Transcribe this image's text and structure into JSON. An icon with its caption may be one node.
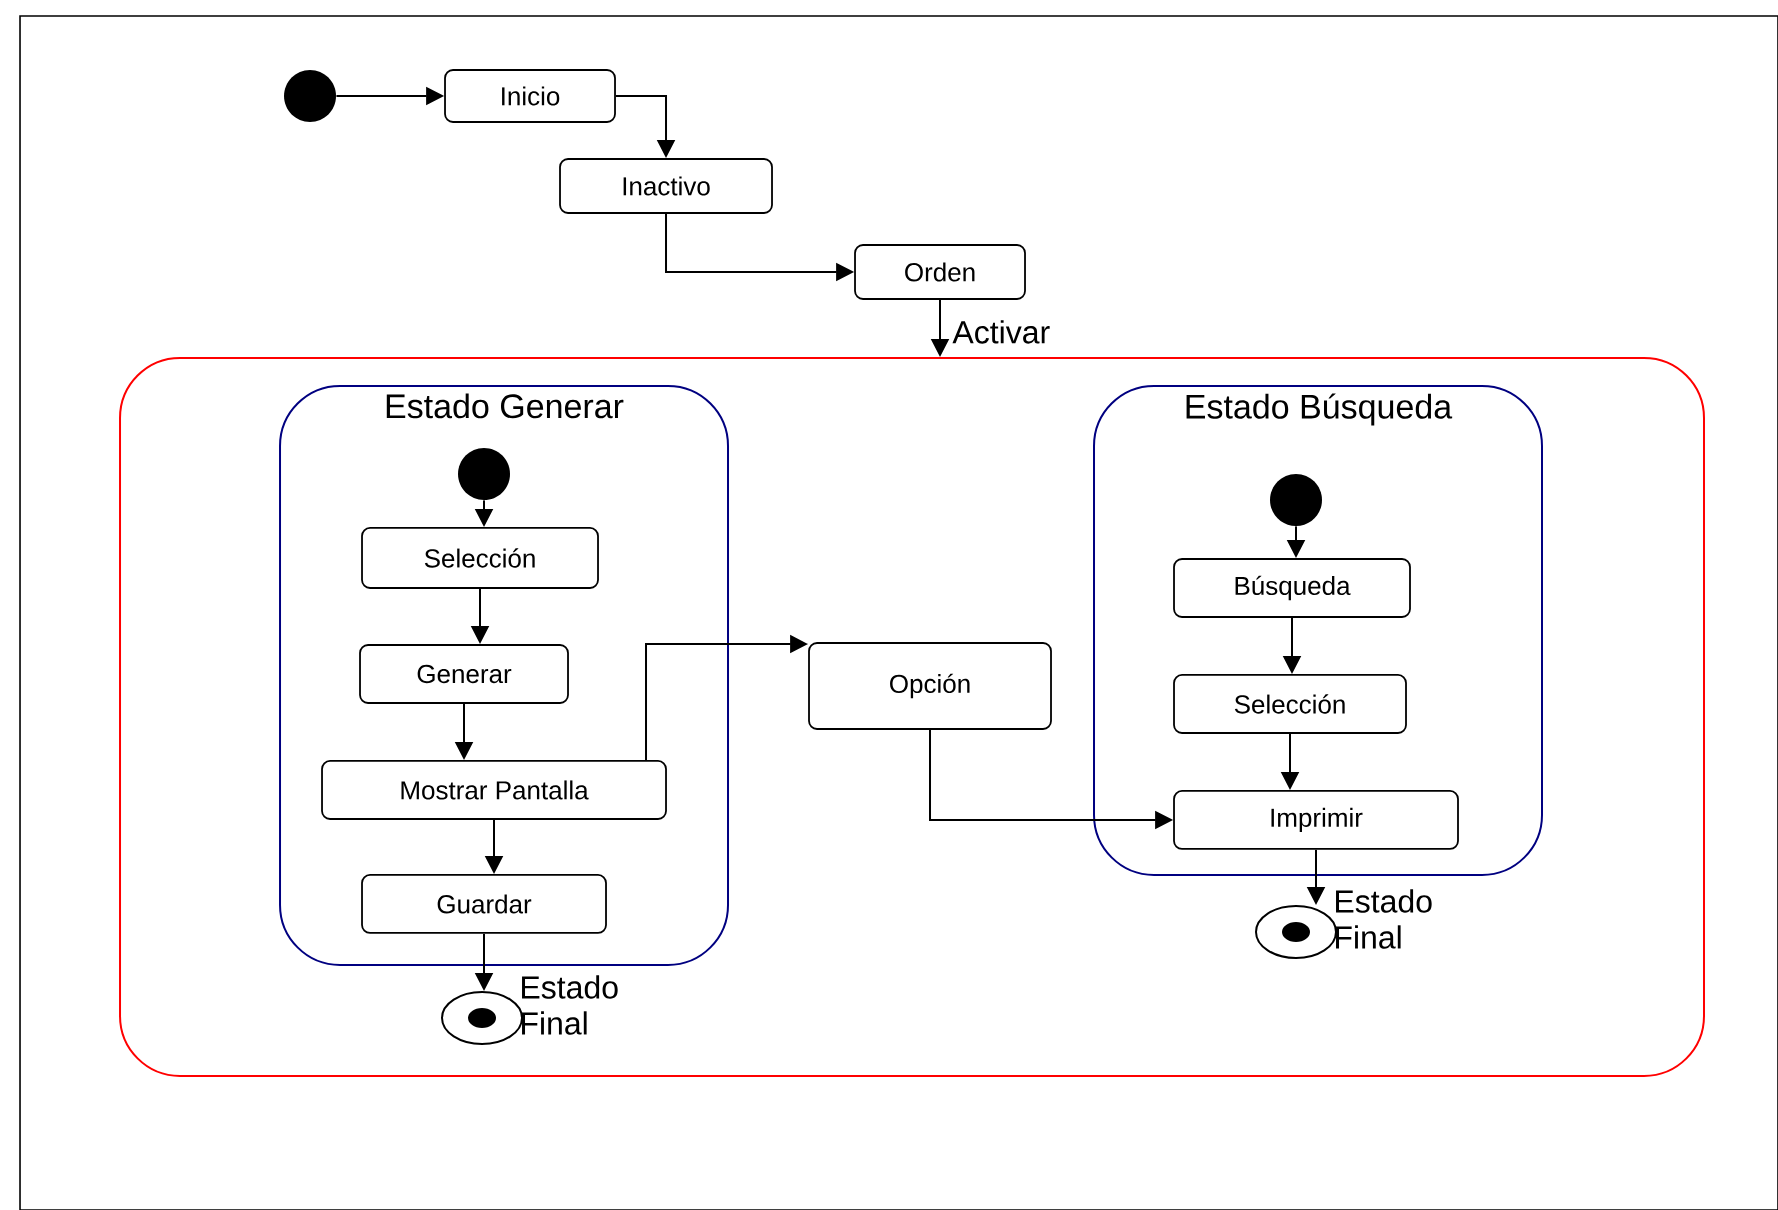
{
  "diagram": {
    "nodes": [
      {
        "text": [],
        "shape": "circle"
      },
      {
        "text": [
          "Inicio"
        ]
      },
      {
        "text": [
          "Inactivo"
        ]
      },
      {
        "text": [
          "Orden"
        ]
      },
      {
        "text": [],
        "shape": "box"
      },
      {
        "text": [
          "Estado Generar"
        ],
        "in": 4
      },
      {
        "text": [],
        "shape": "circle",
        "in": 5
      },
      {
        "text": [
          "Selección"
        ],
        "in": 5
      },
      {
        "text": [
          "Generar"
        ],
        "in": 5
      },
      {
        "text": [
          "Mostrar Pantalla"
        ],
        "in": 5
      },
      {
        "text": [
          "Guardar"
        ],
        "in": 5
      },
      {
        "text": [],
        "shape": "circle",
        "in": 4,
        "beside": [
          "Estado Final"
        ]
      },
      {
        "text": [
          "Opción"
        ],
        "in": 4
      },
      {
        "text": [
          "Estado Búsqueda"
        ],
        "in": 4
      },
      {
        "text": [],
        "shape": "circle",
        "in": 13
      },
      {
        "text": [
          "Búsqueda"
        ],
        "in": 13
      },
      {
        "text": [
          "Selección"
        ],
        "in": 13
      },
      {
        "text": [
          "Imprimir"
        ],
        "in": 13
      },
      {
        "text": [],
        "shape": "circle",
        "in": 4,
        "beside": [
          "Estado Final"
        ]
      }
    ],
    "edges": [
      {
        "from": 0,
        "to": 1,
        "arrow": "to"
      },
      {
        "from": 1,
        "to": 2,
        "arrow": "to"
      },
      {
        "from": 2,
        "to": 3,
        "arrow": "to"
      },
      {
        "from": 3,
        "to": 4,
        "arrow": "to",
        "label": "Activar"
      },
      {
        "from": 6,
        "to": 7,
        "arrow": "to"
      },
      {
        "from": 7,
        "to": 8,
        "arrow": "to"
      },
      {
        "from": 8,
        "to": 9,
        "arrow": "to"
      },
      {
        "from": 9,
        "to": 10,
        "arrow": "to"
      },
      {
        "from": 10,
        "to": 11,
        "arrow": "to"
      },
      {
        "from": 9,
        "to": 12,
        "arrow": "to"
      },
      {
        "from": 12,
        "to": 17,
        "arrow": "to"
      },
      {
        "from": 14,
        "to": 15,
        "arrow": "to"
      },
      {
        "from": 15,
        "to": 16,
        "arrow": "to"
      },
      {
        "from": 16,
        "to": 17,
        "arrow": "to"
      },
      {
        "from": 17,
        "to": 18,
        "arrow": "to"
      }
    ]
  }
}
